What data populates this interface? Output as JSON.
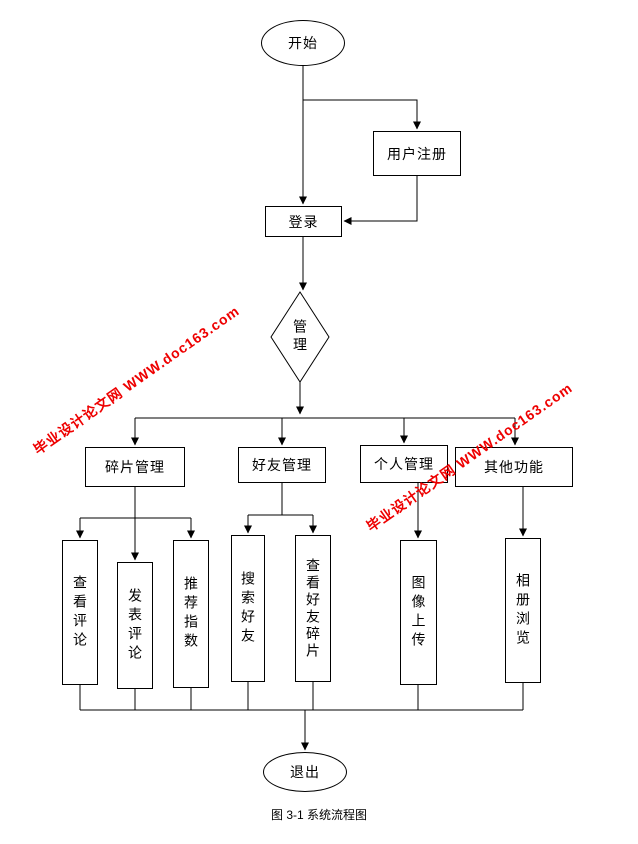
{
  "diagram": {
    "caption": "图 3-1  系统流程图",
    "watermark_text": "毕业设计论文网 WWW.doc163.com",
    "colors": {
      "line": "#000000",
      "watermark": "#ee0000",
      "background": "#ffffff"
    },
    "nodes": {
      "start": "开始",
      "register": "用户注册",
      "login": "登录",
      "manage": "管理",
      "fragment_mgmt": "碎片管理",
      "friend_mgmt": "好友管理",
      "personal_mgmt": "个人管理",
      "other_func": "其他功能",
      "view_comment": "查看评论",
      "post_comment": "发表评论",
      "recommend_index": "推荐指数",
      "search_friend": "搜索好友",
      "view_friend_fragment": "查看好友碎片",
      "image_upload": "图像上传",
      "album_browse": "相册浏览",
      "exit": "退出"
    }
  }
}
